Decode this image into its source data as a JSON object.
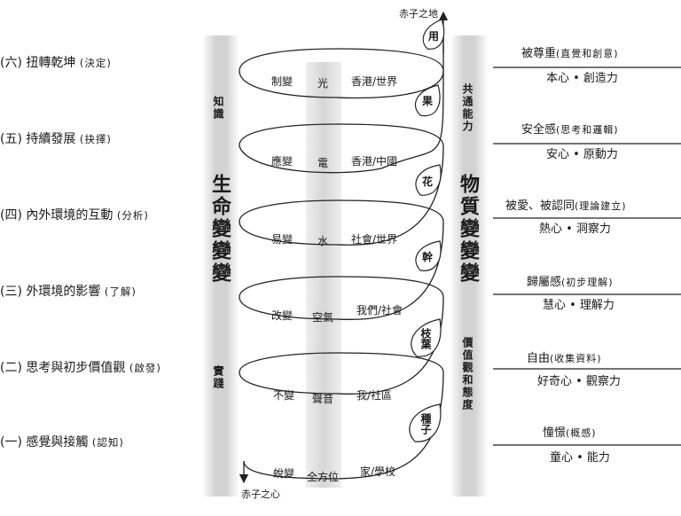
{
  "colors": {
    "line": "#222222",
    "center_band": "#d9d9d9",
    "pillar": "#c8c8c8",
    "text": "#1a1a1a"
  },
  "labels": {
    "top_caption": "赤子之地",
    "bottom_caption": "赤子之心"
  },
  "levels": [
    {
      "main": "(六) 扭轉乾坤",
      "note": "(決定)"
    },
    {
      "main": "(五) 持續發展",
      "note": "(抉擇)"
    },
    {
      "main": "(四) 內外環境的互動",
      "note": "(分析)"
    },
    {
      "main": "(三) 外環境的影響",
      "note": "(了解)"
    },
    {
      "main": "(二) 思考與初步價值觀",
      "note": "(啟發)"
    },
    {
      "main": "(一) 感覺與接觸",
      "note": "(認知)"
    }
  ],
  "left_pillar": {
    "top_small": "知識",
    "big": "生命變變變",
    "bottom_small": "實踐"
  },
  "right_pillar": {
    "top_small": "共通能力",
    "big": "物質變變變",
    "bottom_small": "價值觀和態度"
  },
  "loops": [
    {
      "change": "制變",
      "element": "光",
      "scope": "香港/世界"
    },
    {
      "change": "應變",
      "element": "電",
      "scope": "香港/中國"
    },
    {
      "change": "易變",
      "element": "水",
      "scope": "社會/世界"
    },
    {
      "change": "改變",
      "element": "空氣",
      "scope": "我們/社會"
    },
    {
      "change": "不變",
      "element": "聲音",
      "scope": "我/社區"
    },
    {
      "change": "蛻變",
      "element": "全方位",
      "scope": "家/學校"
    }
  ],
  "leaves": [
    "用",
    "果",
    "花",
    "幹",
    "枝葉",
    "種子"
  ],
  "right_items": [
    {
      "top_main": "被尊重",
      "top_note": "(直覺和創意)",
      "bottom": "本心 • 創造力"
    },
    {
      "top_main": "安全感",
      "top_note": "(思考和邏輯)",
      "bottom": "安心 • 原動力"
    },
    {
      "top_main": "被愛、被認同",
      "top_note": "(理論建立)",
      "bottom": "熱心 • 洞察力"
    },
    {
      "top_main": "歸屬感",
      "top_note": "(初步理解)",
      "bottom": "慧心 • 理解力"
    },
    {
      "top_main": "自由",
      "top_note": "(收集資料)",
      "bottom": "好奇心 • 觀察力"
    },
    {
      "top_main": "憧憬",
      "top_note": "(概感)",
      "bottom": "童心 • 能力"
    }
  ]
}
